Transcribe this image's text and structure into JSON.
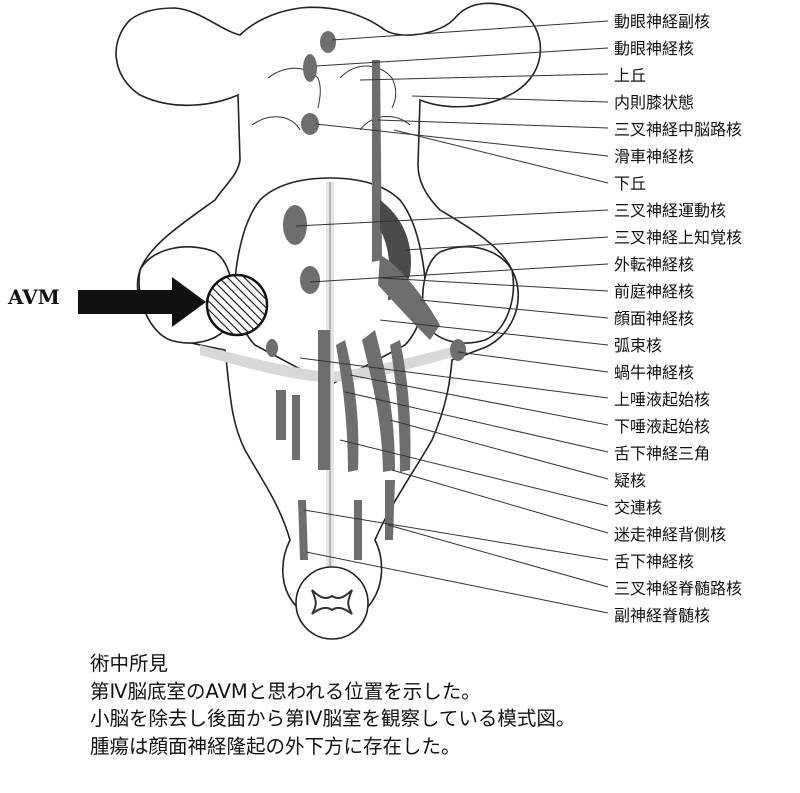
{
  "avm_label": "AVM",
  "labels": [
    "動眼神経副核",
    "動眼神経核",
    "上丘",
    "内則膝状態",
    "三叉神経中脳路核",
    "滑車神経核",
    "下丘",
    "三叉神経運動核",
    "三叉神経上知覚核",
    "外転神経核",
    "前庭神経核",
    "顔面神経核",
    "弧束核",
    "蝸牛神経核",
    "上唾液起始核",
    "下唾液起始核",
    "舌下神経三角",
    "疑核",
    "交連核",
    "迷走神経背側核",
    "舌下神経核",
    "三叉神経脊髄路核",
    "副神経脊髄核"
  ],
  "caption": {
    "line1": "術中所見",
    "line2": "第Ⅳ脳底室のAVMと思われる位置を示した。",
    "line3": "小脳を除去し後面から第Ⅳ脳室を観察している模式図。",
    "line4": "腫瘍は顔面神経隆起の外下方に存在した。"
  }
}
